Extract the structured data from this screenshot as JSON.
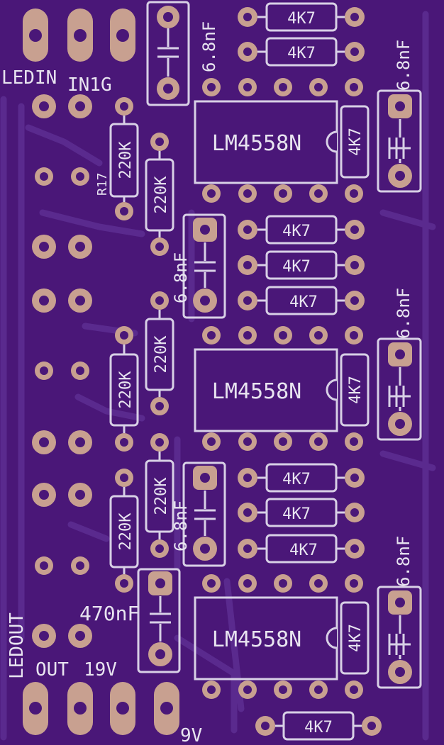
{
  "board": {
    "background": "#4a1778",
    "trace_color": "#5a2a8e",
    "pad_color": "#c8a090",
    "silk_color": "#d8d0e6"
  },
  "labels": {
    "ledin": "LEDIN",
    "in1g": "IN1G",
    "r17": "R17",
    "ledout": "LEDOUT",
    "out": "OUT",
    "nine_v": "19V",
    "nine_v_bottom": "9V",
    "cap_470": "470nF"
  },
  "ic_label": "LM4558N",
  "res_4k7": "4K7",
  "res_220k": "220K",
  "cap_6n8": "6.8nF"
}
